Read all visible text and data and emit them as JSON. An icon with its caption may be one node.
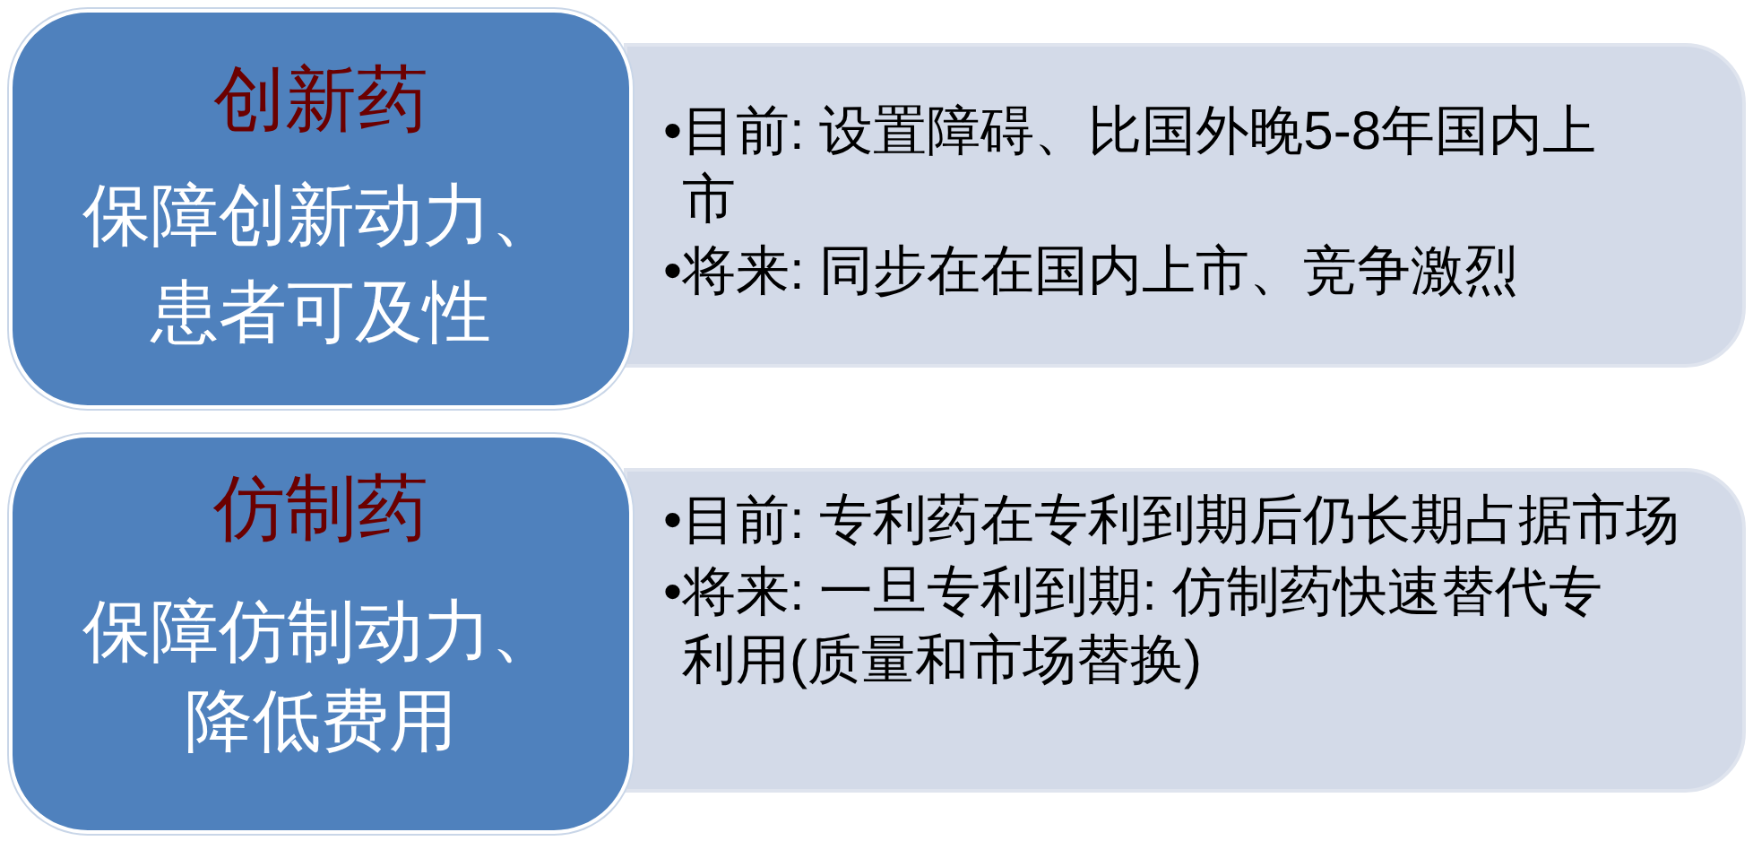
{
  "diagram": {
    "nodes": [
      {
        "text": [
          "创新药",
          "保障创新动力、患者可及性"
        ]
      },
      {
        "text": [
          "•目前: 设置障碍、比国外晚5-8年国内上市",
          "•将来: 同步在在国内上市、竞争激烈"
        ]
      },
      {
        "text": [
          "仿制药",
          "保障仿制动力、降低费用"
        ]
      },
      {
        "text": [
          "•目前: 专利药在专利到期后仍长期占据市场",
          "•将来: 一旦专利到期: 仿制药快速替代专利用(质量和市场替换)"
        ]
      }
    ]
  }
}
